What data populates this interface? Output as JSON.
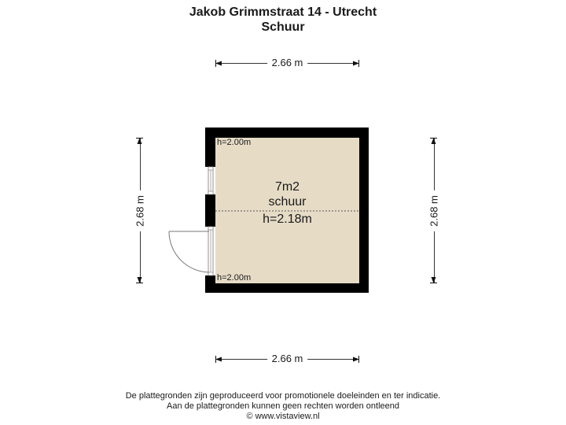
{
  "header": {
    "address": "Jakob Grimmstraat 14 - Utrecht",
    "floor": "Schuur"
  },
  "dimensions": {
    "top": "2.66 m",
    "bottom": "2.66 m",
    "left": "2.68 m",
    "right": "2.68 m"
  },
  "room": {
    "area": "7m2",
    "name": "schuur",
    "height": "h=2.18m",
    "fill_color": "#e6dcc6",
    "wall_color": "#000000"
  },
  "annotations": {
    "top_left_height": "h=2.00m",
    "bottom_left_height": "h=2.00m"
  },
  "footer": {
    "line1": "De plattegronden zijn geproduceerd voor promotionele doeleinden en ter indicatie.",
    "line2": "Aan de plattegronden kunnen geen rechten worden ontleend",
    "line3": "© www.vistaview.nl"
  }
}
